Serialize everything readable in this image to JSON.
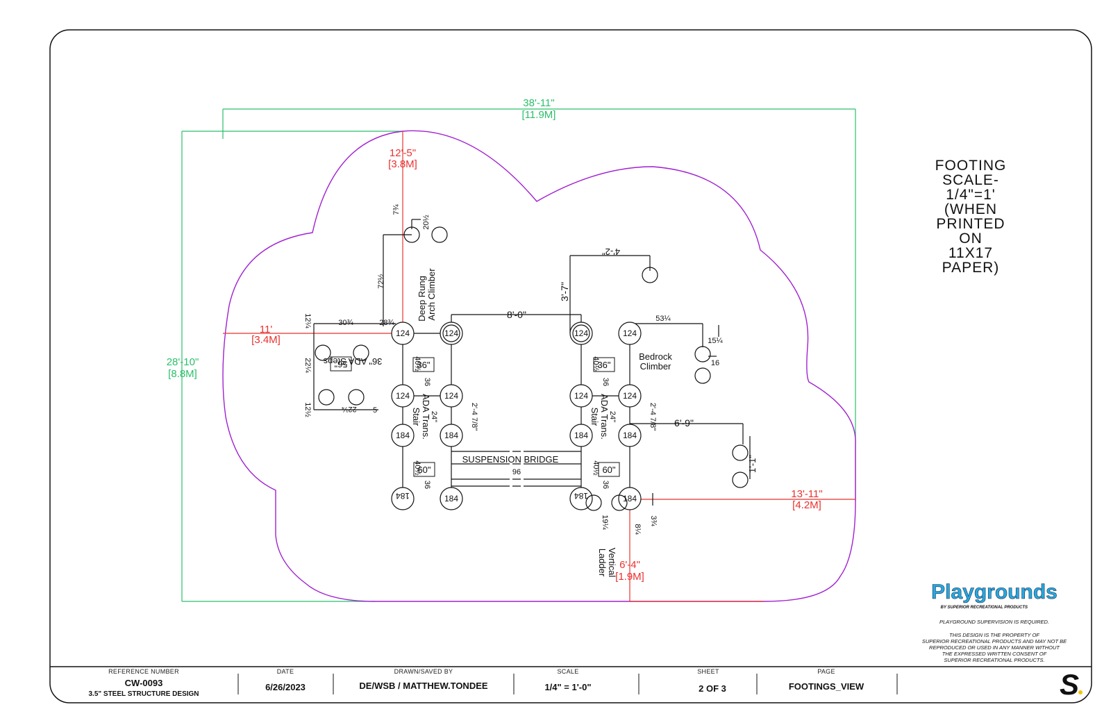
{
  "colors": {
    "outline": "#111111",
    "dimension_green": "#2bbf6a",
    "dimension_red": "#e8322f",
    "border_purple": "#a020d0",
    "brand_blue": "#27a8e0",
    "brand_dark": "#1b2f4a"
  },
  "overall_dims": {
    "width_ft": "38'-11\"",
    "width_m": "[11.9M]",
    "height_ft": "28'-10\"",
    "height_m": "[8.8M]"
  },
  "red_dims": {
    "top_ft": "12'-5\"",
    "top_m": "[3.8M]",
    "left_ft": "11'",
    "left_m": "[3.4M]",
    "right_ft": "13'-11\"",
    "right_m": "[4.2M]",
    "bottom_ft": "6'-4\"",
    "bottom_m": "[1.9M]"
  },
  "labels": {
    "deep_rung_1": "Deep Rung",
    "deep_rung_2": "Arch Climber",
    "bedrock_1": "Bedrock",
    "bedrock_2": "Climber",
    "ada_trans_1": "ADA Trans.",
    "ada_trans_2": "Stair",
    "suspension_bridge": "SUSPENSION BRIDGE",
    "bridge_len": "96",
    "vertical_1": "Vertical",
    "vertical_2": "Ladder",
    "ada_steps": "36\" ADA Steps",
    "span_8_0": "8'-0\"",
    "span_6_9": "6'-9\"",
    "span_4_2": "4'-2\"",
    "span_3_7": "3'-7\"",
    "span_1_1": "1'-1\"",
    "span_2_4": "2'-4 7/8\"",
    "n24": "24\"",
    "n36": "36",
    "n40": "40½",
    "n7_3_4": "7¾",
    "n20_1_2": "20½",
    "n72_1_2": "72½",
    "n28_3_4": "28¾",
    "n30_3_4": "30¾",
    "n12_1_4": "12¼",
    "n22_1_4": "22¼",
    "n12_1_2": "12½",
    "n5": "5",
    "n53_1_4": "53¼",
    "n15_1_4": "15¼",
    "n16": "16",
    "n19_1_4": "19¼",
    "n3_3_4": "3¾",
    "n8_1_4": "8¼",
    "deck36": "36\"",
    "deck60": "60\"",
    "deck56": "56\""
  },
  "nodes": {
    "n124": "124",
    "n184": "184"
  },
  "scale_note": [
    "FOOTING",
    "SCALE-",
    "1/4\"=1'",
    "(WHEN",
    "PRINTED",
    "ON",
    "11X17",
    "PAPER)"
  ],
  "brand": {
    "name": "Playgrounds",
    "tagline": "BY SUPERIOR RECREATIONAL PRODUCTS",
    "supervision": "PLAYGROUND SUPERVISION IS REQUIRED.",
    "notice": [
      "THIS DESIGN IS THE PROPERTY OF",
      "SUPERIOR RECREATIONAL PRODUCTS AND MAY NOT BE",
      "REPRODUCED OR USED IN ANY MANNER WITHOUT",
      "THE EXPRESSED WRITTEN CONSENT OF",
      "SUPERIOR RECREATIONAL PRODUCTS."
    ]
  },
  "title_block": {
    "ref_label": "REFERENCE NUMBER",
    "ref_value": "CW-0093",
    "ref_sub": "3.5\" STEEL STRUCTURE DESIGN",
    "date_label": "DATE",
    "date_value": "6/26/2023",
    "drawn_label": "DRAWN/SAVED BY",
    "drawn_value": "DE/WSB / MATTHEW.TONDEE",
    "scale_label": "SCALE",
    "scale_value": "1/4\" = 1'-0\"",
    "sheet_label": "SHEET",
    "sheet_value": "2 OF 3",
    "page_label": "PAGE",
    "page_value": "FOOTINGS_VIEW"
  }
}
